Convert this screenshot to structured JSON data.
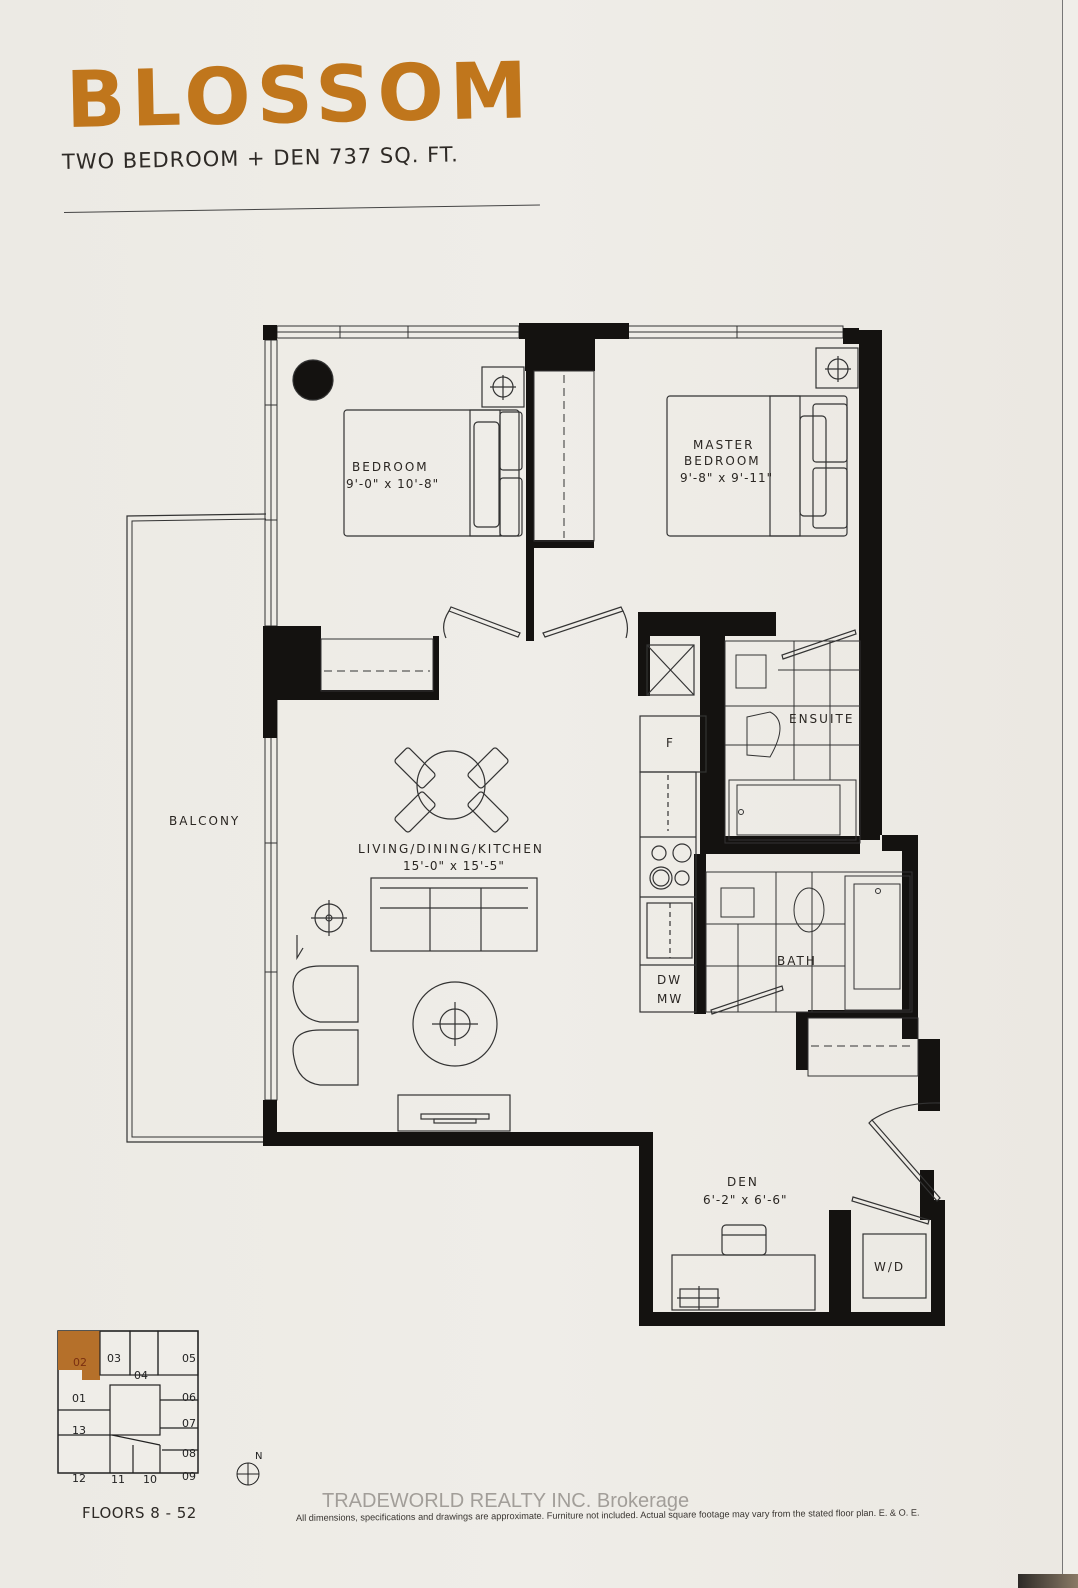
{
  "header": {
    "title": "BLOSSOM",
    "subtitle": "TWO BEDROOM + DEN 737 SQ. FT.",
    "accent_color": "#c0761c"
  },
  "rooms": {
    "bedroom": {
      "name": "BEDROOM",
      "dimensions": "9'-0\" x 10'-8\""
    },
    "master_bedroom": {
      "name_line1": "MASTER",
      "name_line2": "BEDROOM",
      "dimensions": "9'-8\" x 9'-11\""
    },
    "ensuite": {
      "name": "ENSUITE"
    },
    "living": {
      "name": "LIVING/DINING/KITCHEN",
      "dimensions": "15'-0\" x 15'-5\""
    },
    "bath": {
      "name": "BATH"
    },
    "balcony": {
      "name": "BALCONY"
    },
    "den": {
      "name": "DEN",
      "dimensions": "6'-2\" x 6'-6\""
    },
    "laundry": {
      "name": "W/D"
    }
  },
  "appliances": {
    "fridge": "F",
    "dishwasher": "DW",
    "microwave": "MW"
  },
  "keyplan": {
    "highlighted_unit": "02",
    "highlight_color": "#b5702a",
    "units": [
      "01",
      "02",
      "03",
      "04",
      "05",
      "06",
      "07",
      "08",
      "09",
      "10",
      "11",
      "12",
      "13"
    ],
    "floors_label": "FLOORS 8 - 52",
    "north_label": "N"
  },
  "footer": {
    "watermark": "TRADEWORLD REALTY INC. Brokerage",
    "disclaimer": "All dimensions, specifications and drawings are approximate. Furniture not included. Actual square footage may vary from the stated floor plan. E. & O. E."
  }
}
